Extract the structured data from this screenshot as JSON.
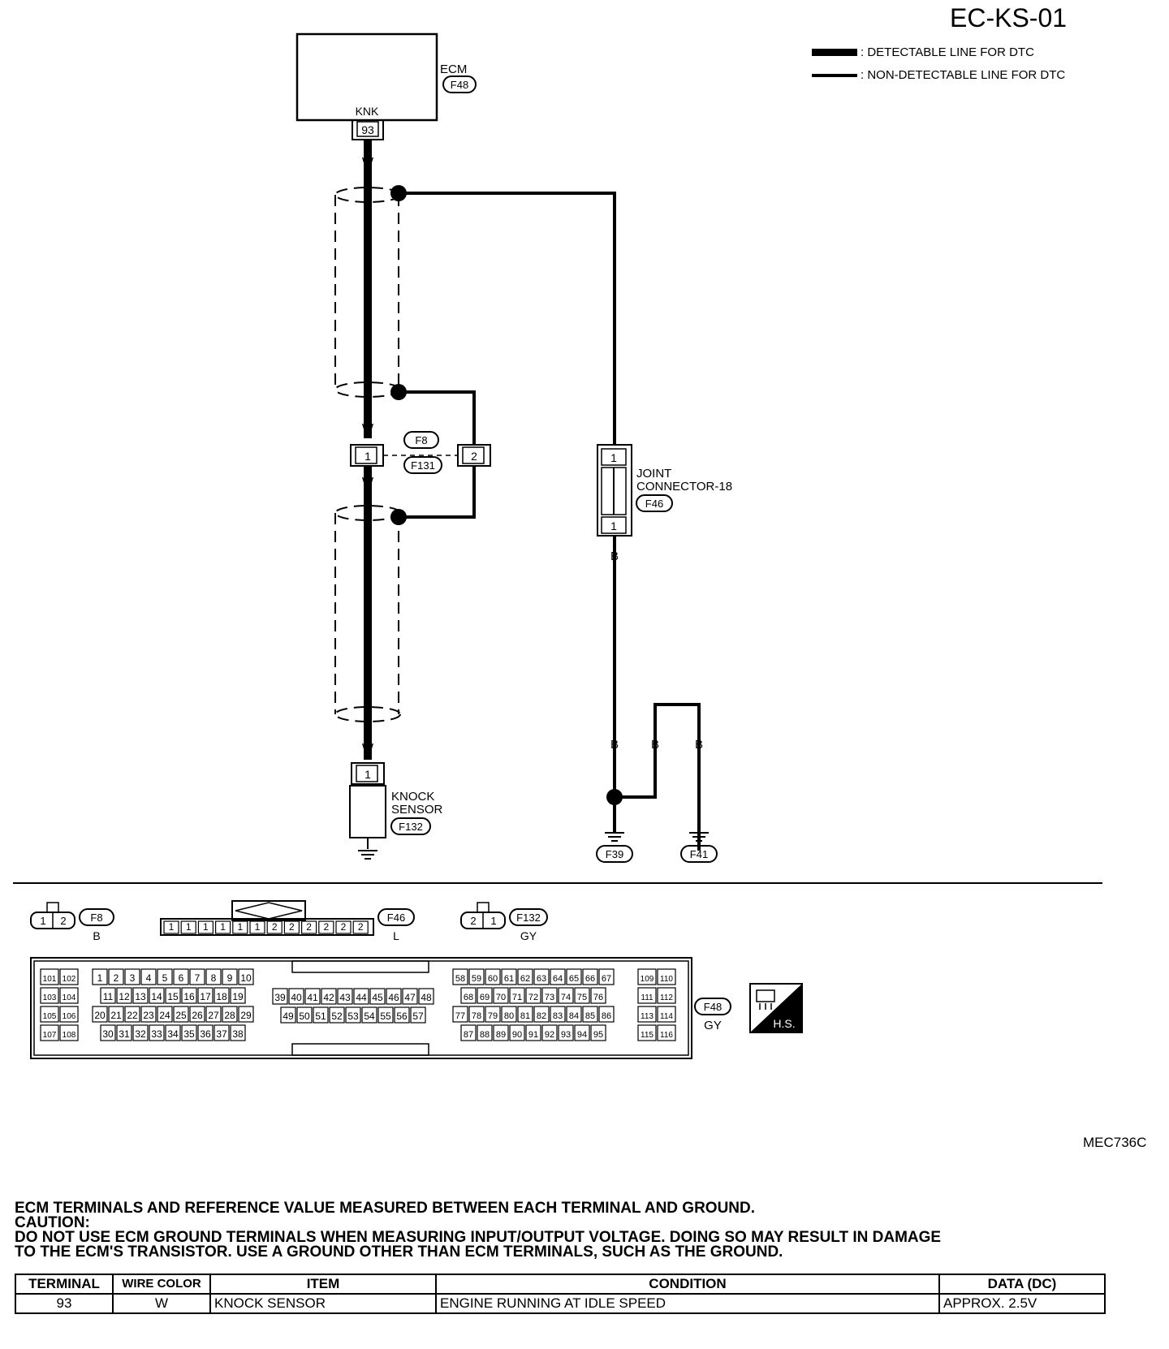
{
  "page_code": "EC-KS-01",
  "legend": {
    "detectable": ": DETECTABLE LINE FOR DTC",
    "non_detectable": ": NON-DETECTABLE LINE FOR DTC"
  },
  "components": {
    "ecm": {
      "name": "ECM",
      "connector": "F48",
      "pin_label": "KNK",
      "pin": "93"
    },
    "intermediate": {
      "connector_a": "F8",
      "connector_b": "F131",
      "pin_left": "1",
      "pin_right": "2"
    },
    "joint": {
      "line1": "JOINT",
      "line2": "CONNECTOR-18",
      "connector": "F46",
      "pin_top": "1",
      "pin_bottom": "1"
    },
    "knock_sensor": {
      "line1": "KNOCK",
      "line2": "SENSOR",
      "connector": "F132",
      "pin": "1"
    },
    "grounds": [
      "F39",
      "F41"
    ]
  },
  "wire_colors": {
    "white": "W",
    "black": "B"
  },
  "connector_views": {
    "f8": {
      "id": "F8",
      "color": "B",
      "pins": [
        "1",
        "2"
      ]
    },
    "f46": {
      "id": "F46",
      "color": "L",
      "pins": [
        "1",
        "1",
        "1",
        "1",
        "1",
        "1",
        "2",
        "2",
        "2",
        "2",
        "2",
        "2"
      ]
    },
    "f132": {
      "id": "F132",
      "color": "GY",
      "pins": [
        "2",
        "1"
      ]
    },
    "f48": {
      "id": "F48",
      "color": "GY"
    },
    "hs_badge": "H.S."
  },
  "ecm_pins": {
    "c1": [
      [
        "101",
        "102"
      ],
      [
        "103",
        "104"
      ],
      [
        "105",
        "106"
      ],
      [
        "107",
        "108"
      ]
    ],
    "c2": [
      [
        "1",
        "2",
        "3",
        "4",
        "5",
        "6",
        "7",
        "8",
        "9",
        "10"
      ],
      [
        "11",
        "12",
        "13",
        "14",
        "15",
        "16",
        "17",
        "18",
        "19"
      ],
      [
        "20",
        "21",
        "22",
        "23",
        "24",
        "25",
        "26",
        "27",
        "28",
        "29"
      ],
      [
        "30",
        "31",
        "32",
        "33",
        "34",
        "35",
        "36",
        "37",
        "38"
      ]
    ],
    "c3": [
      [
        "39",
        "40",
        "41",
        "42",
        "43",
        "44",
        "45",
        "46",
        "47",
        "48"
      ],
      [
        "49",
        "50",
        "51",
        "52",
        "53",
        "54",
        "55",
        "56",
        "57"
      ]
    ],
    "c4": [
      [
        "58",
        "59",
        "60",
        "61",
        "62",
        "63",
        "64",
        "65",
        "66",
        "67"
      ],
      [
        "68",
        "69",
        "70",
        "71",
        "72",
        "73",
        "74",
        "75",
        "76"
      ],
      [
        "77",
        "78",
        "79",
        "80",
        "81",
        "82",
        "83",
        "84",
        "85",
        "86"
      ],
      [
        "87",
        "88",
        "89",
        "90",
        "91",
        "92",
        "93",
        "94",
        "95"
      ]
    ],
    "c5": [
      [
        "109",
        "110"
      ],
      [
        "111",
        "112"
      ],
      [
        "113",
        "114"
      ],
      [
        "115",
        "116"
      ]
    ]
  },
  "figure_ref": "MEC736C",
  "notes": {
    "line1": "ECM TERMINALS AND REFERENCE VALUE MEASURED BETWEEN EACH TERMINAL AND GROUND.",
    "line2": "CAUTION:",
    "line3": "DO NOT USE ECM GROUND TERMINALS WHEN MEASURING INPUT/OUTPUT VOLTAGE. DOING SO MAY RESULT IN DAMAGE",
    "line4": "TO THE ECM'S TRANSISTOR. USE A GROUND OTHER THAN ECM TERMINALS, SUCH AS THE GROUND."
  },
  "table": {
    "headers": {
      "terminal": "TERMINAL",
      "wire_color": "WIRE COLOR",
      "item": "ITEM",
      "condition": "CONDITION",
      "data": "DATA (DC)"
    },
    "rows": [
      {
        "terminal": "93",
        "wire_color": "W",
        "item": "KNOCK SENSOR",
        "condition": "ENGINE RUNNING AT IDLE SPEED",
        "data": "APPROX. 2.5V"
      }
    ]
  }
}
